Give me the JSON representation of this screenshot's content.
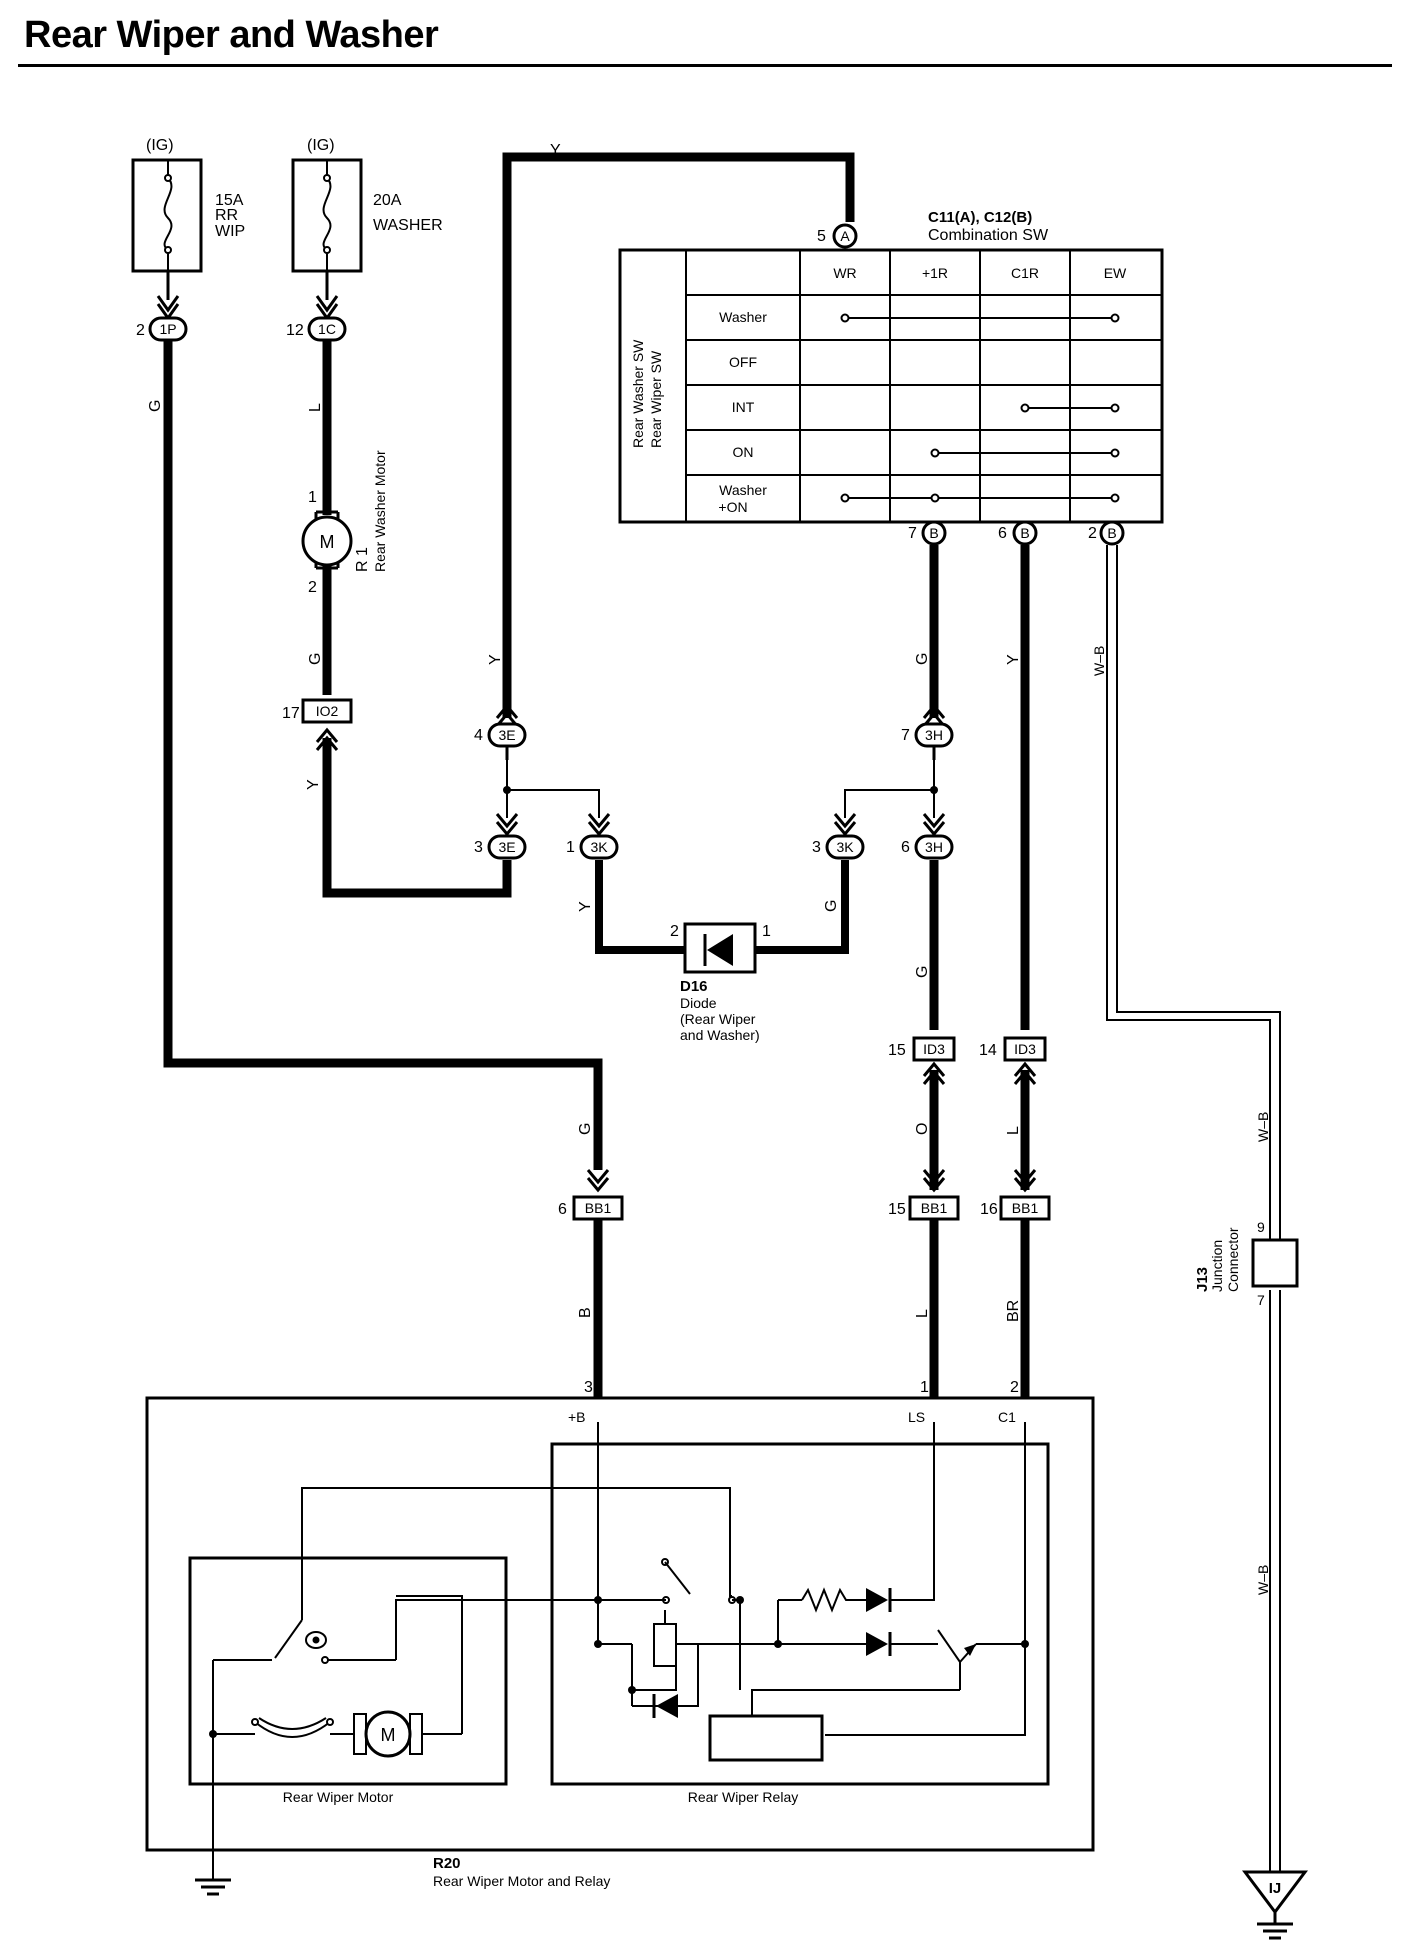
{
  "title": "Rear Wiper and Washer",
  "fuses": [
    {
      "source": "(IG)",
      "amp": "15A",
      "line2": "RR",
      "line3": "WIP",
      "pin": "2",
      "conn": "1P",
      "wire": "G"
    },
    {
      "source": "(IG)",
      "amp": "20A",
      "line2": "WASHER",
      "line3": "",
      "pin": "12",
      "conn": "1C",
      "wire": "L"
    }
  ],
  "washer_motor": {
    "id": "R 1",
    "name": "Rear Washer Motor",
    "pin_top": "1",
    "pin_bottom": "2",
    "symbol": "M"
  },
  "combo_sw": {
    "id": "C11(A), C12(B)",
    "name": "Combination SW",
    "side_label_1": "Rear Washer SW",
    "side_label_2": "Rear Wiper SW",
    "columns": [
      "WR",
      "+1R",
      "C1R",
      "EW"
    ],
    "rows": [
      {
        "label": "Washer",
        "label2": ""
      },
      {
        "label": "OFF",
        "label2": ""
      },
      {
        "label": "INT",
        "label2": ""
      },
      {
        "label": "ON",
        "label2": ""
      },
      {
        "label": "Washer",
        "label2": "+ON"
      }
    ],
    "input": {
      "pin": "5",
      "conn": "A",
      "wire": "Y"
    },
    "outputs": [
      {
        "pin": "7",
        "conn": "B",
        "wire": "G"
      },
      {
        "pin": "6",
        "conn": "B",
        "wire": "Y"
      },
      {
        "pin": "2",
        "conn": "B",
        "wire": "W–B"
      }
    ]
  },
  "connectors": {
    "io2": {
      "pin": "17",
      "conn": "IO2",
      "wire": "Y"
    },
    "c3e_top": {
      "pin": "4",
      "conn": "3E",
      "wire": "Y"
    },
    "c3h_top": {
      "pin": "7",
      "conn": "3H"
    },
    "c3e_bot": {
      "pin": "3",
      "conn": "3E"
    },
    "c3k_left": {
      "pin": "1",
      "conn": "3K",
      "wire": "Y"
    },
    "c3k_right": {
      "pin": "3",
      "conn": "3K",
      "wire": "G"
    },
    "c3h_bot": {
      "pin": "6",
      "conn": "3H",
      "wire": "G"
    },
    "id3_a": {
      "pin": "15",
      "conn": "ID3",
      "wire": "O"
    },
    "id3_b": {
      "pin": "14",
      "conn": "ID3",
      "wire": "L"
    },
    "bb1_a": {
      "pin": "6",
      "conn": "BB1",
      "wire_in": "G",
      "wire_out": "B"
    },
    "bb1_b": {
      "pin": "15",
      "conn": "BB1",
      "wire_out": "L"
    },
    "bb1_c": {
      "pin": "16",
      "conn": "BB1",
      "wire_out": "BR"
    }
  },
  "diode": {
    "id": "D16",
    "name": "Diode",
    "desc1": "(Rear Wiper",
    "desc2": " and Washer)",
    "pin_left": "2",
    "pin_right": "1"
  },
  "junction": {
    "id": "J13",
    "name1": "Junction",
    "name2": "Connector",
    "pin_top": "9",
    "pin_bottom": "7",
    "wire_top": "W–B",
    "wire_bottom": "W–B"
  },
  "ground_ij": "IJ",
  "motor_relay": {
    "id": "R20",
    "name": "Rear Wiper Motor and Relay",
    "pins": [
      {
        "num": "3",
        "label": "+B"
      },
      {
        "num": "1",
        "label": "LS"
      },
      {
        "num": "2",
        "label": "C1"
      }
    ],
    "motor_label": "Rear Wiper Motor",
    "relay_label": "Rear Wiper Relay",
    "motor_symbol": "M"
  }
}
